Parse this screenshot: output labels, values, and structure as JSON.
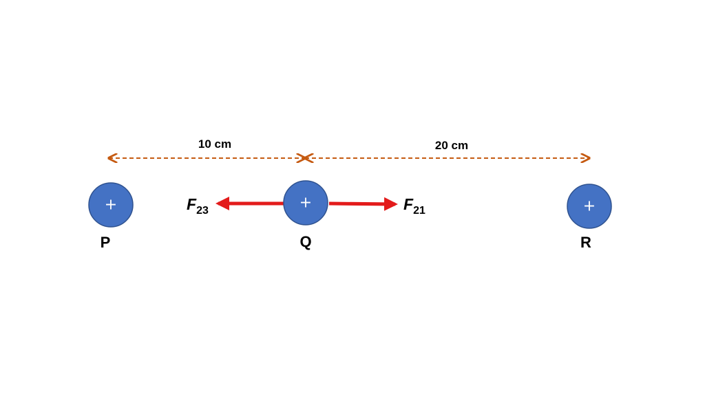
{
  "colors": {
    "charge_fill": "#4472C4",
    "charge_stroke": "#2F528F",
    "force_arrow": "#E31B1B",
    "distance_line": "#C55A11"
  },
  "charges": [
    {
      "label": "P",
      "sign": "+"
    },
    {
      "label": "Q",
      "sign": "+"
    },
    {
      "label": "R",
      "sign": "+"
    }
  ],
  "distances": [
    {
      "label": "10 cm"
    },
    {
      "label": "20 cm"
    }
  ],
  "forces": [
    {
      "symbol": "F",
      "subscript": "23",
      "direction": "left"
    },
    {
      "symbol": "F",
      "subscript": "21",
      "direction": "right"
    }
  ]
}
